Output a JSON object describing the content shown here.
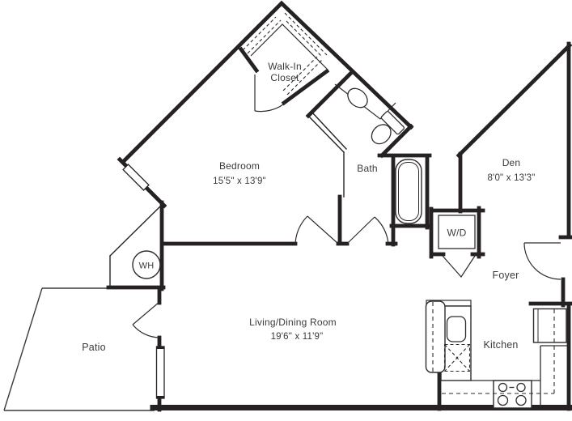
{
  "plan": {
    "type": "apartment-floor-plan",
    "colors": {
      "wall": "#262223",
      "text": "#3a3a3a",
      "background": "#ffffff"
    },
    "rooms": {
      "walk_in_closet": {
        "label_line1": "Walk-In",
        "label_line2": "Closet"
      },
      "bedroom": {
        "label": "Bedroom",
        "dimensions": "15'5\" x 13'9\""
      },
      "bath": {
        "label": "Bath"
      },
      "den": {
        "label": "Den",
        "dimensions": "8'0\" x 13'3\""
      },
      "foyer": {
        "label": "Foyer"
      },
      "living_dining": {
        "label": "Living/Dining Room",
        "dimensions": "19'6\" x 11'9\""
      },
      "kitchen": {
        "label": "Kitchen"
      },
      "patio": {
        "label": "Patio"
      }
    },
    "fixtures": {
      "washer_dryer": {
        "label": "W/D"
      },
      "water_heater": {
        "label": "WH"
      }
    }
  }
}
